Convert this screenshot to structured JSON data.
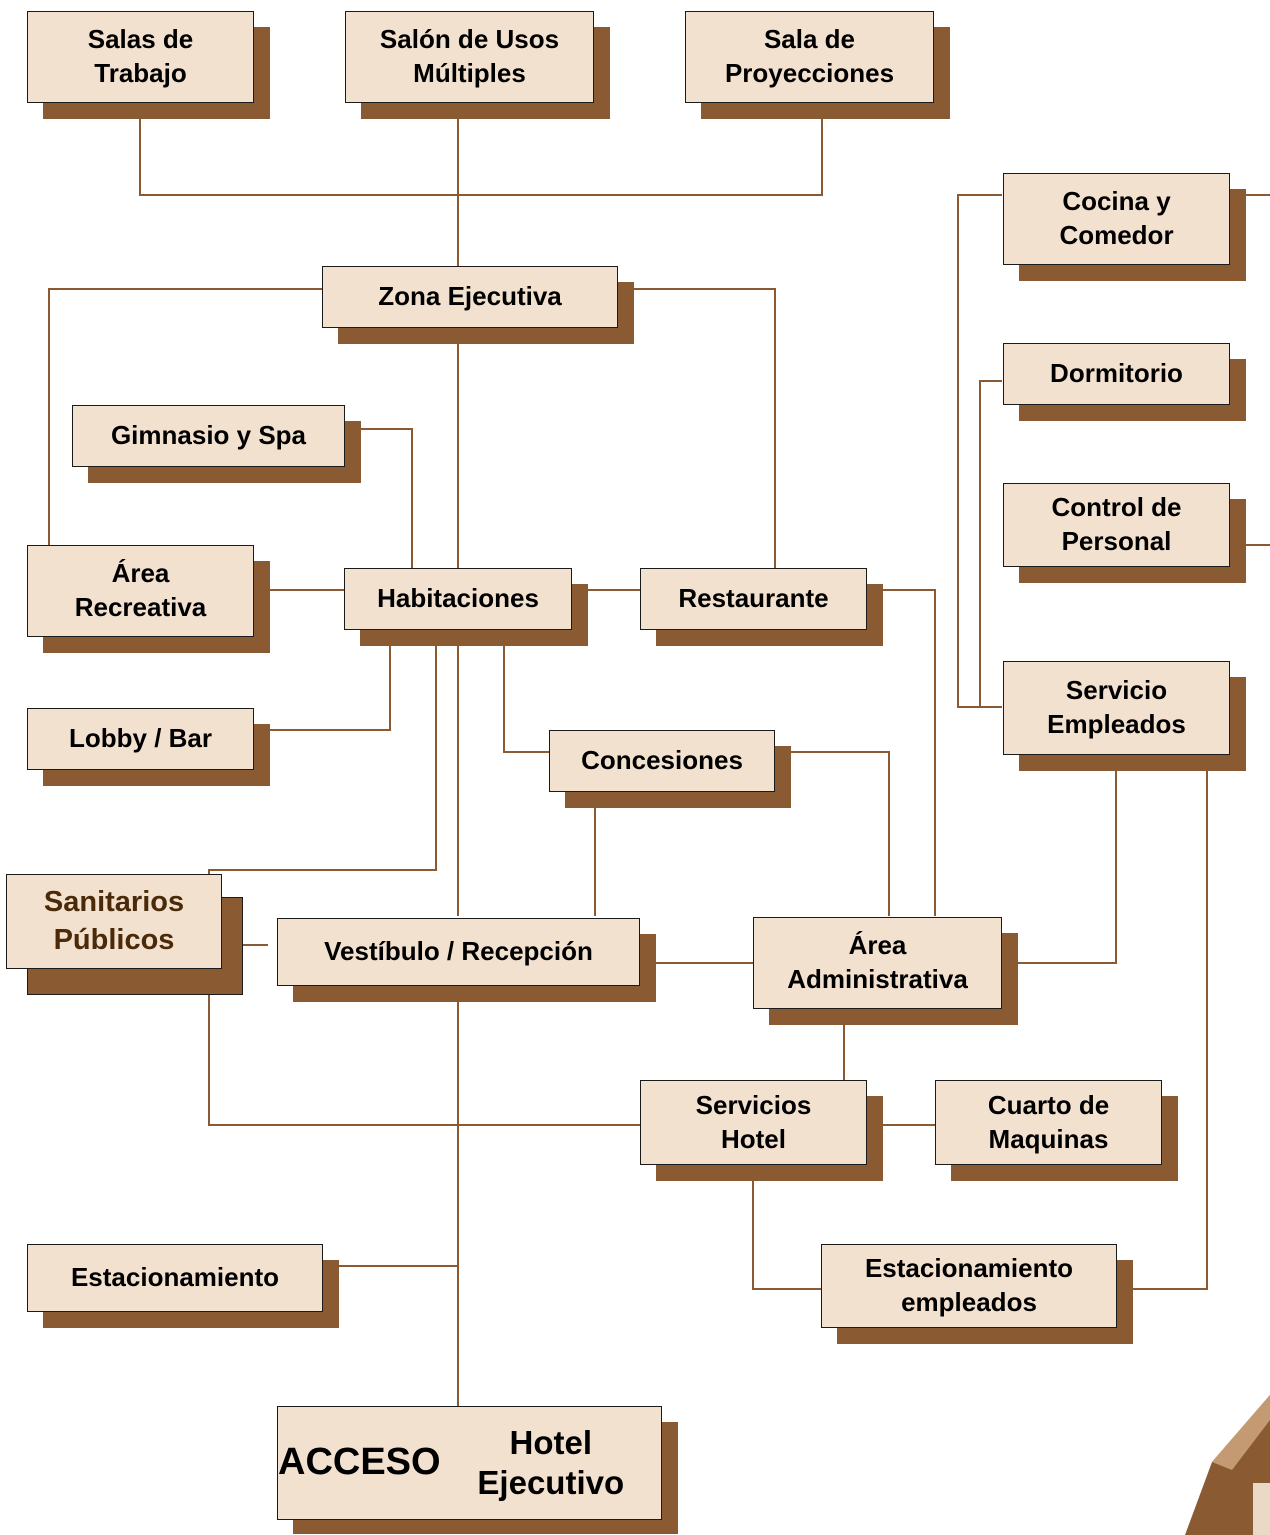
{
  "diagram": {
    "nodes": {
      "salas_trabajo": "Salas de\nTrabajo",
      "salon_usos": "Salón de Usos\nMúltiples",
      "sala_proyecciones": "Sala de\nProyecciones",
      "cocina_comedor": "Cocina y\nComedor",
      "dormitorio": "Dormitorio",
      "zona_ejecutiva": "Zona Ejecutiva",
      "gimnasio_spa": "Gimnasio y Spa",
      "control_personal": "Control de\nPersonal",
      "area_recreativa": "Área\nRecreativa",
      "habitaciones": "Habitaciones",
      "restaurante": "Restaurante",
      "servicio_empleados": "Servicio\nEmpleados",
      "lobby_bar": "Lobby / Bar",
      "concesiones": "Concesiones",
      "sanitarios": "Sanitarios\nPúblicos",
      "vestibulo": "Vestíbulo / Recepción",
      "area_administrativa": "Área\nAdministrativa",
      "servicios_hotel": "Servicios\nHotel",
      "cuarto_maquinas": "Cuarto de\nMaquinas",
      "estacionamiento": "Estacionamiento",
      "estacionamiento_empleados": "Estacionamiento\nempleados",
      "acceso_title": "ACCESO",
      "acceso_subtitle": "Hotel Ejecutivo"
    },
    "colors": {
      "box_fill": "#f3e1cf",
      "shadow": "#8a5a32",
      "connector": "#8b5a33",
      "highlight_text": "#4a2a08"
    }
  }
}
